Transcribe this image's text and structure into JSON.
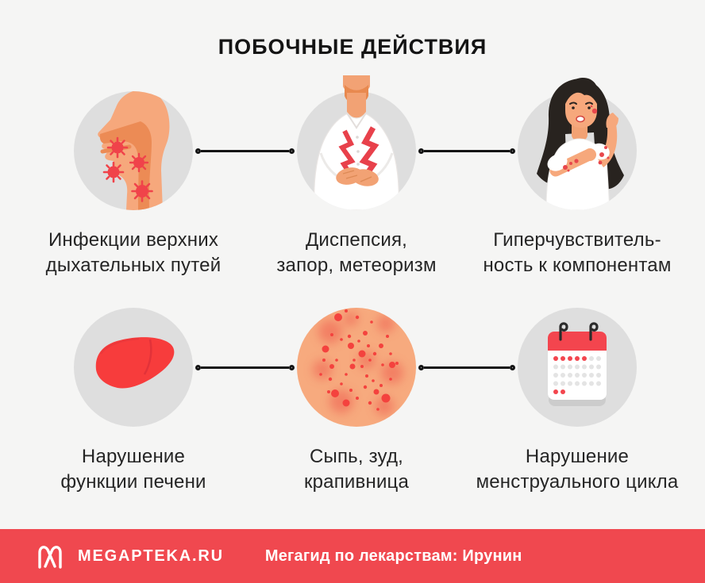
{
  "title": "ПОБОЧНЫЕ ДЕЙСТВИЯ",
  "cards": [
    {
      "icon": "respiratory-infection-icon",
      "label": "Инфекции верхних\nдыхательных путей"
    },
    {
      "icon": "dyspepsia-icon",
      "label": "Диспепсия,\nзапор, метеоризм"
    },
    {
      "icon": "hypersensitivity-icon",
      "label": "Гиперчувствитель-\nность к компонентам"
    },
    {
      "icon": "liver-icon",
      "label": "Нарушение\nфункции печени"
    },
    {
      "icon": "rash-icon",
      "label": "Сыпь, зуд,\nкрапивница"
    },
    {
      "icon": "menstrual-cycle-icon",
      "label": "Нарушение\nменструального цикла"
    }
  ],
  "footer": {
    "brand": "MEGAPTEKA.RU",
    "tagline": "Мегагид по лекарствам: Ирунин",
    "logo_icon": "megapteka-logo-icon"
  },
  "colors": {
    "background": "#f5f5f4",
    "accent_red": "#f0434a",
    "footer_red": "#f0484f",
    "circle_gray": "#dedede",
    "skin": "#f6a87c",
    "text": "#252525"
  }
}
